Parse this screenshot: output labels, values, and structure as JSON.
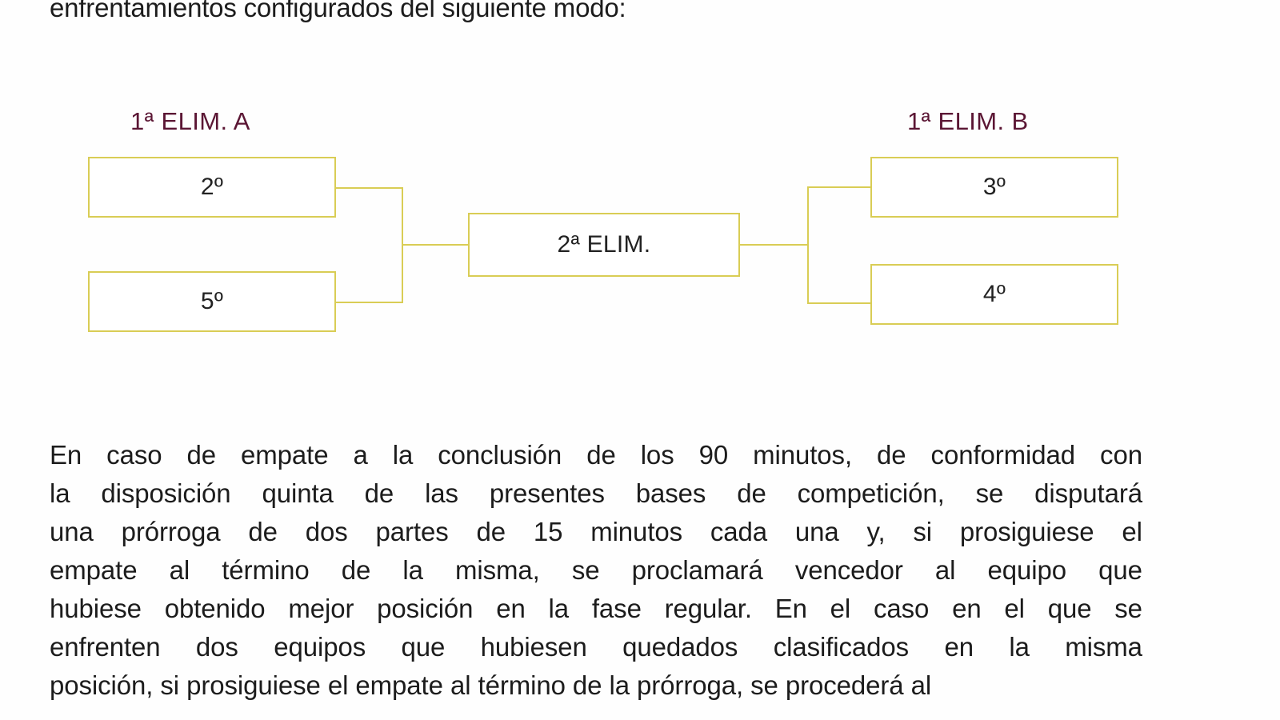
{
  "document": {
    "intro_line": "enfrentamientos configurados del siguiente modo:"
  },
  "bracket": {
    "heading_left": "1ª ELIM. A",
    "heading_right": "1ª ELIM. B",
    "border_color": "#d9cd55",
    "heading_color": "#5b1634",
    "nodes": {
      "left_top": "2º",
      "left_bottom": "5º",
      "middle": "2ª ELIM.",
      "right_top": "3º",
      "right_bottom": "4º"
    }
  },
  "paragraph": {
    "lines": [
      "En caso de empate a la conclusión de los 90 minutos, de conformidad con",
      "la disposición quinta de las presentes bases de competición, se disputará",
      "una prórroga de dos partes de 15 minutos cada una y, si prosiguiese el",
      "empate al término de la misma, se proclamará vencedor al equipo que",
      "hubiese obtenido mejor posición en la fase regular. En el caso en el que se",
      "enfrenten dos equipos que hubiesen quedados clasificados en la misma",
      "posición, si prosiguiese el empate al término de la prórroga, se procederá al"
    ]
  }
}
